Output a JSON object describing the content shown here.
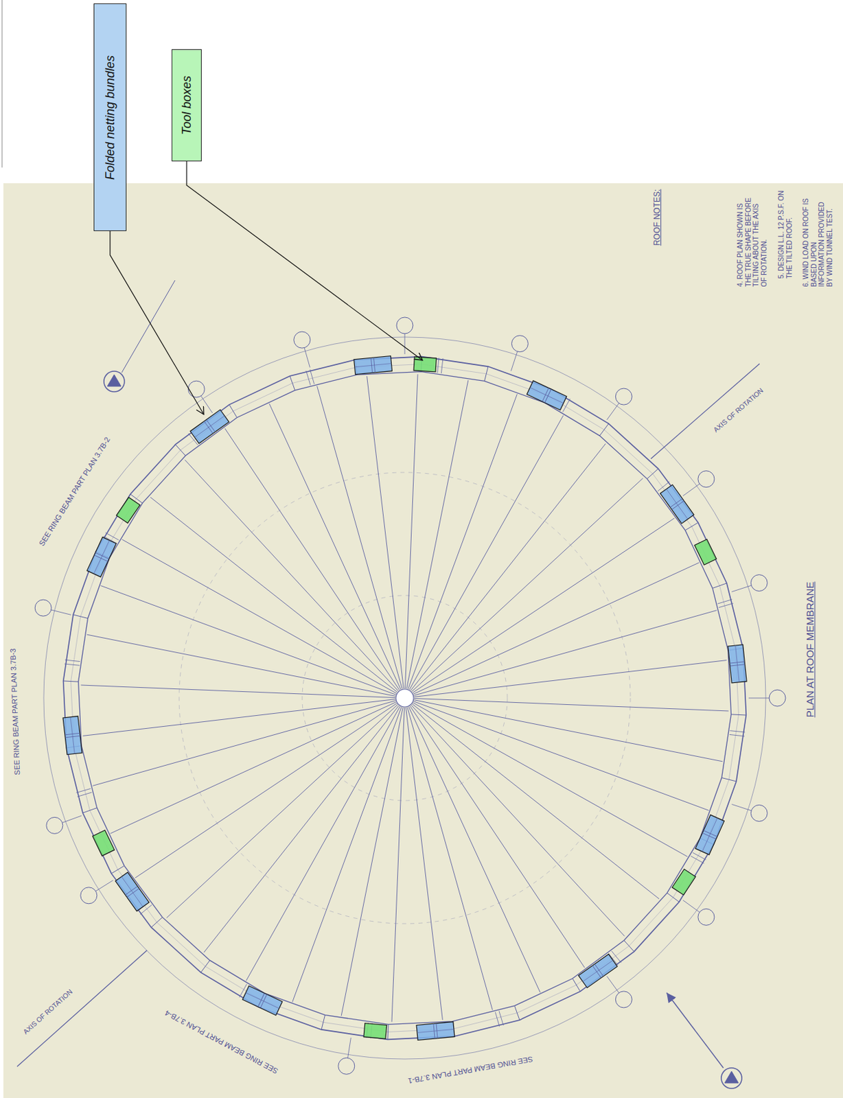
{
  "diagram": {
    "nodes": [
      {
        "text": [
          "Folded netting bundles"
        ]
      },
      {
        "text": [
          "Tool boxes"
        ]
      }
    ],
    "labels": [
      "SEE RING BEAM PART PLAN 3.7B-2",
      "SEE RING BEAM PART PLAN 3.7B-3",
      "SEE RING BEAM PART PLAN 3.7B-4",
      "SEE RING BEAM PART PLAN 3.7B-1",
      "AXIS OF ROTATION",
      "AXIS OF ROTATION",
      "ROOF NOTES:",
      "4. ROOF PLAN SHOWN IS THE TRUE SHAPE BEFORE TILTING ABOUT THE AXIS OF ROTATION.",
      "5. DESIGN L.L. 12 P.S.F. ON THE TILTED ROOF.",
      "6. WIND LOAD ON ROOF IS BASED UPON INFORMATION PROVIDED BY WIND TUNNEL TEST.",
      "PLAN AT ROOF MEMBRANE"
    ]
  }
}
